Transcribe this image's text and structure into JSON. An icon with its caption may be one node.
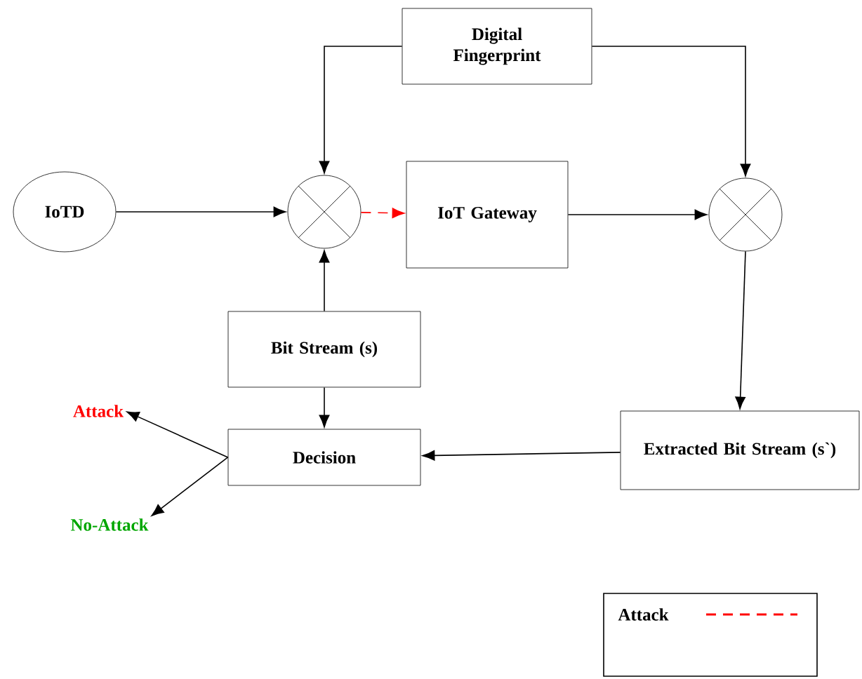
{
  "diagram": {
    "nodes": [
      {
        "text": [
          "Digital Fingerprint"
        ]
      },
      {
        "text": [
          "IoTD"
        ]
      },
      {
        "text": [],
        "shape": "circle"
      },
      {
        "text": [
          "IoT Gateway"
        ]
      },
      {
        "text": [],
        "shape": "circle"
      },
      {
        "text": [
          "Bit Stream (s)"
        ]
      },
      {
        "text": [
          "Decision"
        ]
      },
      {
        "text": [
          "Extracted Bit Stream (s`)"
        ]
      },
      {
        "text": [
          "Attack"
        ]
      },
      {
        "text": [
          "No-Attack"
        ]
      }
    ],
    "edges": [
      {
        "from": 0,
        "to": 2,
        "arrow": "to"
      },
      {
        "from": 0,
        "to": 4,
        "arrow": "to"
      },
      {
        "from": 1,
        "to": 2,
        "arrow": "to"
      },
      {
        "from": 2,
        "to": 3,
        "arrow": "to",
        "style": "dashed",
        "color": "#ff0000"
      },
      {
        "from": 3,
        "to": 4,
        "arrow": "to"
      },
      {
        "from": 5,
        "to": 2,
        "arrow": "to"
      },
      {
        "from": 4,
        "to": 7,
        "arrow": "to"
      },
      {
        "from": 5,
        "to": 6,
        "arrow": "to"
      },
      {
        "from": 7,
        "to": 6,
        "arrow": "to"
      },
      {
        "from": 6,
        "to": 8,
        "arrow": "to"
      },
      {
        "from": 6,
        "to": 9,
        "arrow": "to"
      }
    ],
    "legend": [
      {
        "text": "Attack"
      }
    ]
  }
}
